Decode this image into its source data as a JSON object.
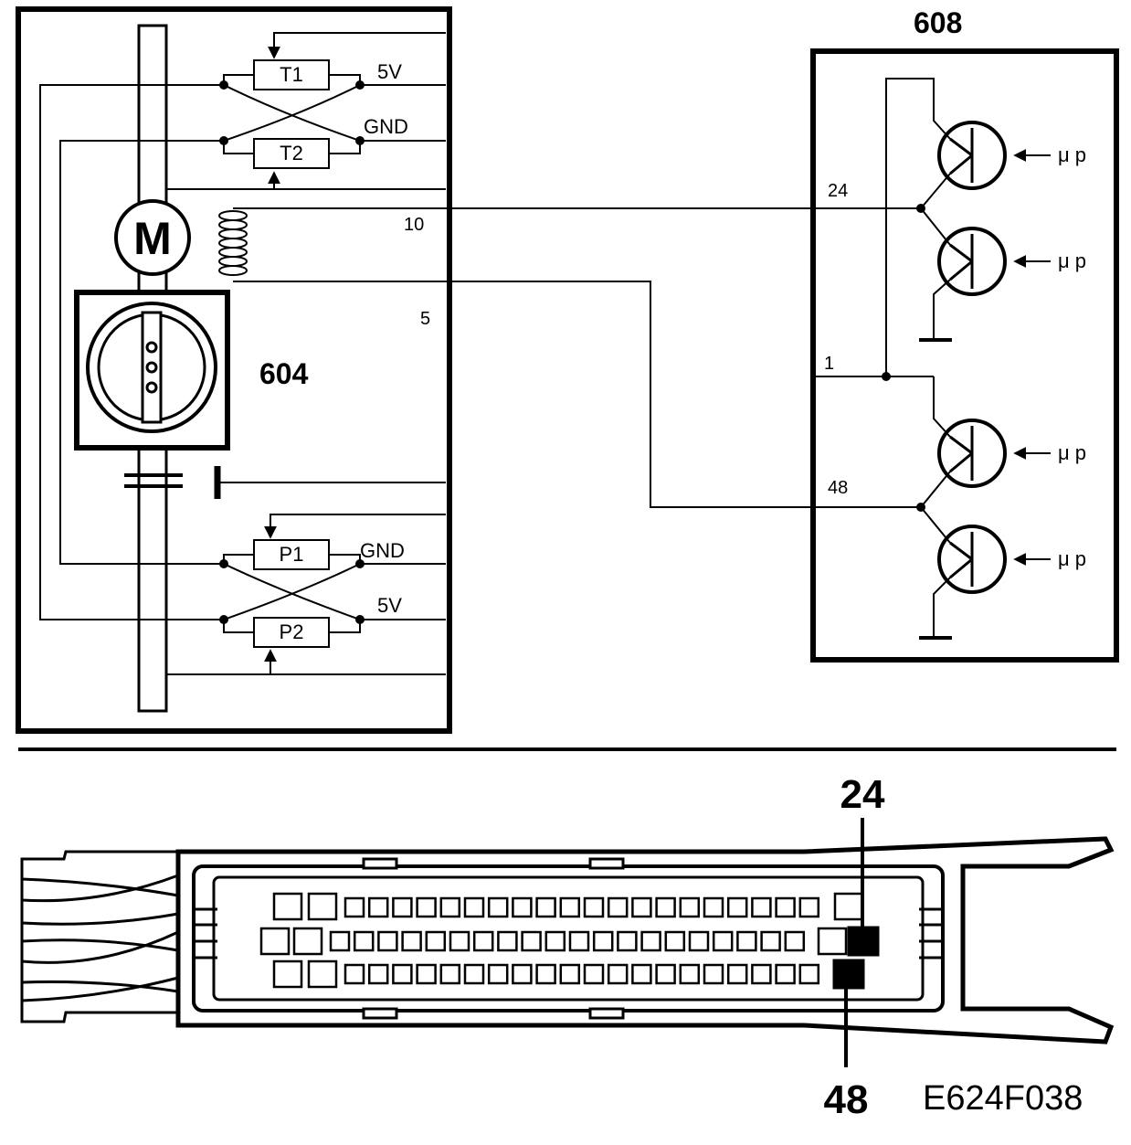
{
  "diagram": {
    "module_604": {
      "label": "604",
      "motor_label": "M"
    },
    "module_608": {
      "label": "608",
      "upsilon_label": "μ p"
    },
    "sensors": {
      "t1": "T1",
      "t2": "T2",
      "p1": "P1",
      "p2": "P2"
    },
    "supply": {
      "v5": "5V",
      "gnd": "GND"
    },
    "pins": {
      "p24": "24",
      "p10": "10",
      "p5": "5",
      "p1": "1",
      "p48": "48"
    },
    "connector": {
      "pin_top": "24",
      "pin_bottom": "48"
    },
    "figure_code": "E624F038"
  }
}
